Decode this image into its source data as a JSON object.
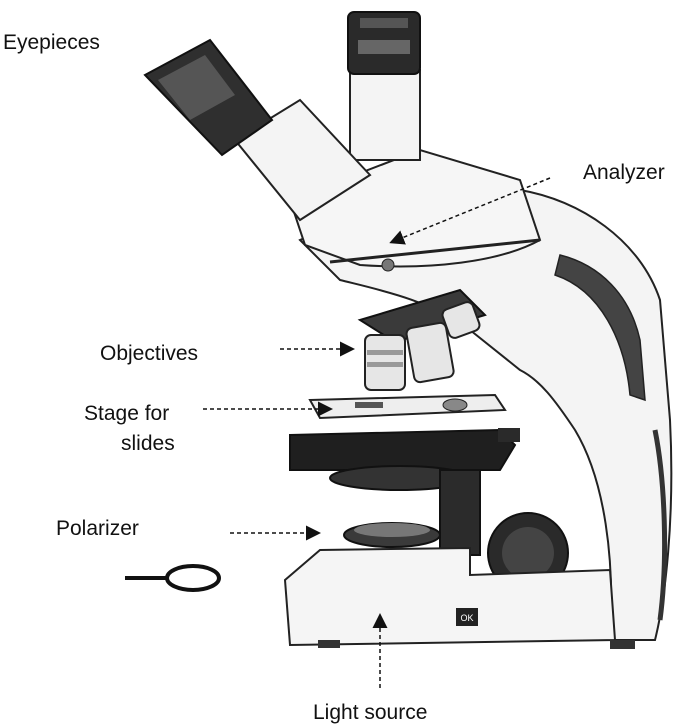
{
  "labels": {
    "eyepieces": "Eyepieces",
    "analyzer": "Analyzer",
    "objectives": "Objectives",
    "stage_line1": "Stage for",
    "stage_line2": "slides",
    "polarizer": "Polarizer",
    "light_source": "Light source"
  },
  "badge": "OK"
}
